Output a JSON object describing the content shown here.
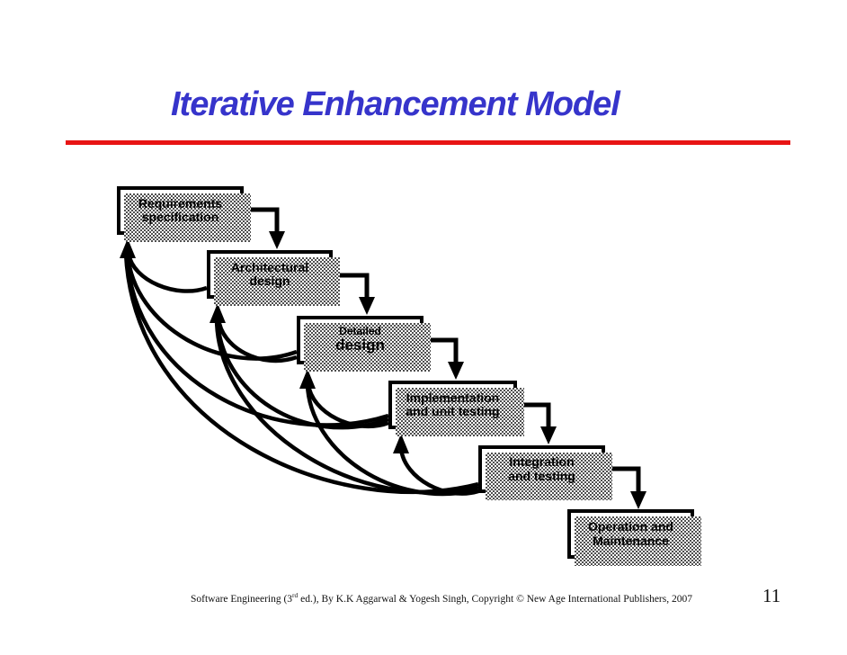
{
  "slide": {
    "title": "Iterative Enhancement Model",
    "page_number": "11",
    "footer": {
      "prefix": "Software Engineering (3",
      "superscript": "rd",
      "suffix": " ed.), By K.K Aggarwal & Yogesh Singh, Copyright © New Age International Publishers, 2007"
    }
  },
  "diagram": {
    "nodes": [
      {
        "id": "requirements-specification",
        "label_line1": "Requirements",
        "label_line2": "specification"
      },
      {
        "id": "architectural-design",
        "label_line1": "Architectural",
        "label_line2": "design"
      },
      {
        "id": "detailed-design",
        "label_line1": "Detailed",
        "label_line2": "design"
      },
      {
        "id": "implementation-unit-testing",
        "label_line1": "Implementation",
        "label_line2": "and unit testing"
      },
      {
        "id": "integration-testing",
        "label_line1": "Integration",
        "label_line2": "and testing"
      },
      {
        "id": "operation-maintenance",
        "label_line1": "Operation and",
        "label_line2": "Maintenance"
      }
    ],
    "forward_edges": [
      {
        "from": "requirements-specification",
        "to": "architectural-design"
      },
      {
        "from": "architectural-design",
        "to": "detailed-design"
      },
      {
        "from": "detailed-design",
        "to": "implementation-unit-testing"
      },
      {
        "from": "implementation-unit-testing",
        "to": "integration-testing"
      },
      {
        "from": "integration-testing",
        "to": "operation-maintenance"
      }
    ],
    "feedback_edges": [
      {
        "from": "architectural-design",
        "to": "requirements-specification"
      },
      {
        "from": "detailed-design",
        "to": "requirements-specification"
      },
      {
        "from": "detailed-design",
        "to": "architectural-design"
      },
      {
        "from": "implementation-unit-testing",
        "to": "requirements-specification"
      },
      {
        "from": "implementation-unit-testing",
        "to": "architectural-design"
      },
      {
        "from": "implementation-unit-testing",
        "to": "detailed-design"
      },
      {
        "from": "integration-testing",
        "to": "requirements-specification"
      },
      {
        "from": "integration-testing",
        "to": "architectural-design"
      },
      {
        "from": "integration-testing",
        "to": "detailed-design"
      },
      {
        "from": "integration-testing",
        "to": "implementation-unit-testing"
      }
    ]
  },
  "colors": {
    "title_blue": "#3634cb",
    "underline_red": "#e81414",
    "diagram_black": "#000000"
  }
}
